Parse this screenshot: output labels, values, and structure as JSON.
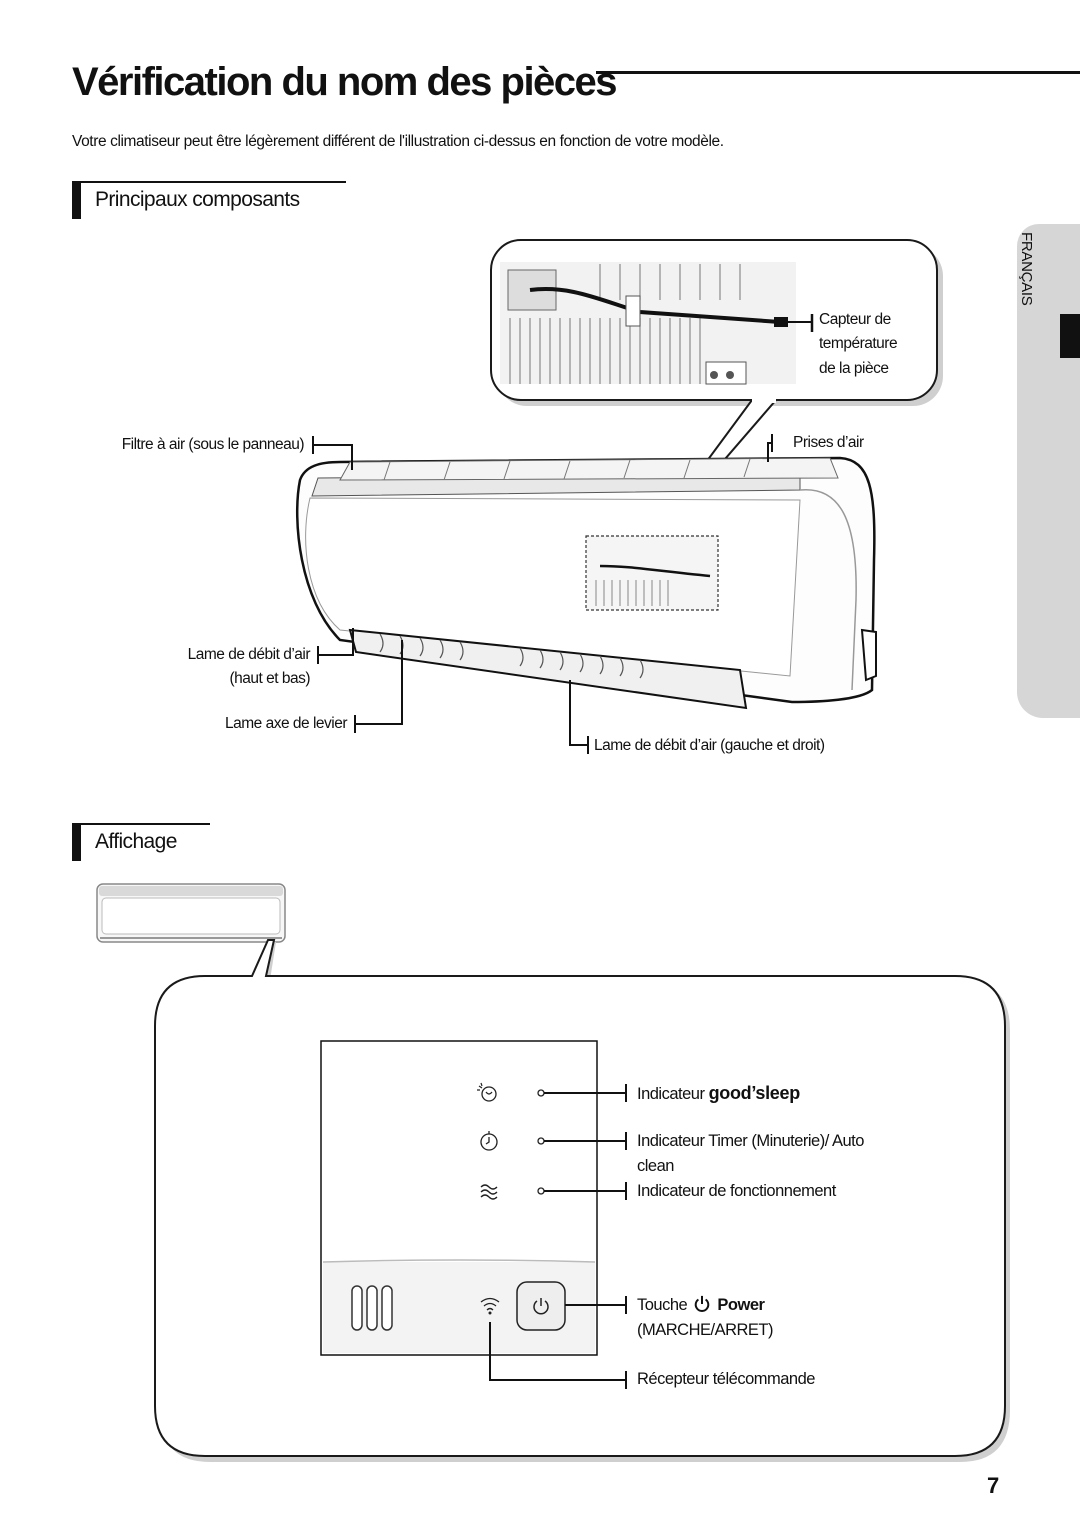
{
  "page": {
    "title": "Vérification du nom des pièces",
    "intro": "Votre climatiseur peut être légèrement différent de l'illustration ci-dessus en fonction de votre modèle.",
    "page_number": "7",
    "language_tab": "FRANÇAIS"
  },
  "section_components": {
    "title": "Principaux composants",
    "labels": {
      "air_filter": "Filtre à air (sous le panneau)",
      "temp_sensor_line1": "Capteur de",
      "temp_sensor_line2": "température",
      "temp_sensor_line3": "de la pièce",
      "air_inlet": "Prises d’air",
      "blade_updown_line1": "Lame de débit d’air",
      "blade_updown_line2": "(haut et bas)",
      "lever_blade": "Lame axe de levier",
      "blade_leftright": "Lame de débit d’air (gauche et droit)"
    }
  },
  "section_display": {
    "title": "Affichage",
    "labels": {
      "goodsleep_prefix": "Indicateur",
      "goodsleep_brand": "good’sleep",
      "timer_line1": "Indicateur Timer (Minuterie)/ Auto",
      "timer_line2": "clean",
      "operation": "Indicateur de fonctionnement",
      "power_prefix": "Touche",
      "power_word": "Power",
      "power_line2": "(MARCHE/ARRET)",
      "remote_receiver": "Récepteur télécommande"
    }
  },
  "icons": [
    "goodsleep-icon",
    "timer-icon",
    "operation-icon",
    "wifi-icon",
    "power-icon",
    "grille-icon"
  ],
  "colors": {
    "text": "#111111",
    "tab": "#d6d6d6",
    "callout_border": "#1a1a1a"
  }
}
